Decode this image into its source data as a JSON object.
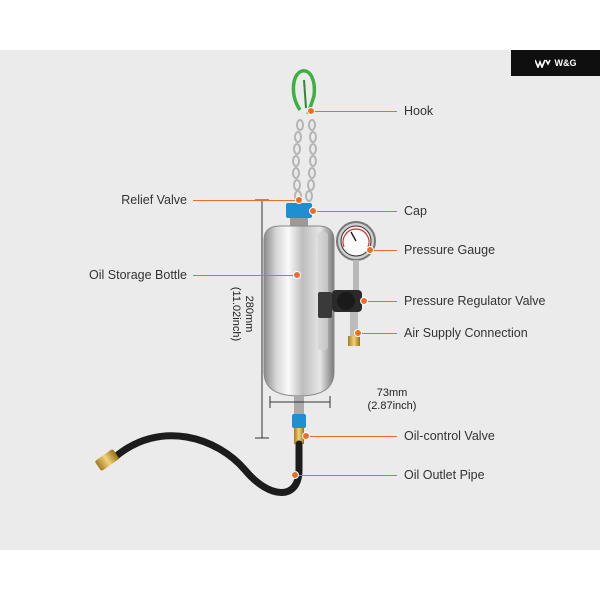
{
  "brand": {
    "logo_text": "W&G"
  },
  "labels": {
    "hook": "Hook",
    "relief_valve": "Relief Valve",
    "cap": "Cap",
    "pressure_gauge": "Pressure Gauge",
    "oil_storage_bottle": "Oil Storage Bottle",
    "pressure_regulator_valve": "Pressure Regulator Valve",
    "air_supply_connection": "Air Supply Connection",
    "oil_control_valve": "Oil-control Valve",
    "oil_outlet_pipe": "Oil Outlet Pipe"
  },
  "dimensions": {
    "height_mm": "280mm",
    "height_in": "(11.02inch)",
    "width_mm": "73mm",
    "width_in": "(2.87inch)"
  },
  "colors": {
    "leader": "#f26a2a",
    "panel": "#ebebeb",
    "cap_blue": "#1e8fd0",
    "hook_green": "#3cb043",
    "brand_bg": "#0f0f0f"
  }
}
